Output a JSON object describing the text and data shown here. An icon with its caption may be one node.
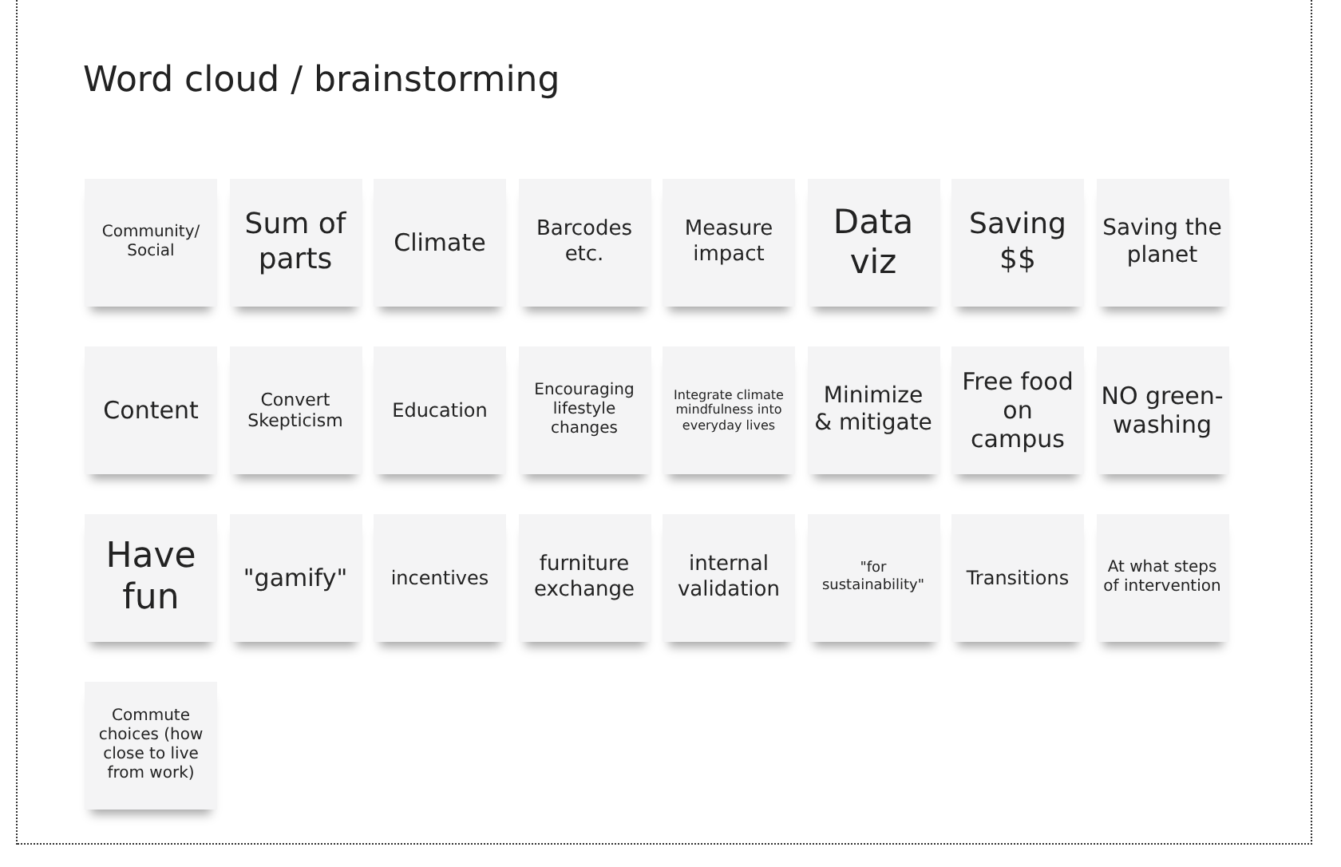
{
  "diagram": {
    "title": "Word cloud / brainstorming",
    "nodes": [
      {
        "text": [
          "Community/ Social"
        ]
      },
      {
        "text": [
          "Sum of parts"
        ]
      },
      {
        "text": [
          "Climate"
        ]
      },
      {
        "text": [
          "Barcodes etc."
        ]
      },
      {
        "text": [
          "Measure impact"
        ]
      },
      {
        "text": [
          "Data viz"
        ]
      },
      {
        "text": [
          "Saving $$"
        ]
      },
      {
        "text": [
          "Saving the planet"
        ]
      },
      {
        "text": [
          "Content"
        ]
      },
      {
        "text": [
          "Convert Skepticism"
        ]
      },
      {
        "text": [
          "Education"
        ]
      },
      {
        "text": [
          "Encouraging lifestyle changes"
        ]
      },
      {
        "text": [
          "Integrate climate mindfulness into everyday lives"
        ]
      },
      {
        "text": [
          "Minimize & mitigate"
        ]
      },
      {
        "text": [
          "Free food on campus"
        ]
      },
      {
        "text": [
          "NO green-washing"
        ]
      },
      {
        "text": [
          "Have fun"
        ]
      },
      {
        "text": [
          "\"gamify\""
        ]
      },
      {
        "text": [
          "incentives"
        ]
      },
      {
        "text": [
          "furniture exchange"
        ]
      },
      {
        "text": [
          "internal validation"
        ]
      },
      {
        "text": [
          "\"for sustainability\""
        ]
      },
      {
        "text": [
          "Transitions"
        ]
      },
      {
        "text": [
          "At what steps of intervention"
        ]
      },
      {
        "text": [
          "Commute choices (how close to live from work)"
        ]
      }
    ],
    "edges": []
  }
}
